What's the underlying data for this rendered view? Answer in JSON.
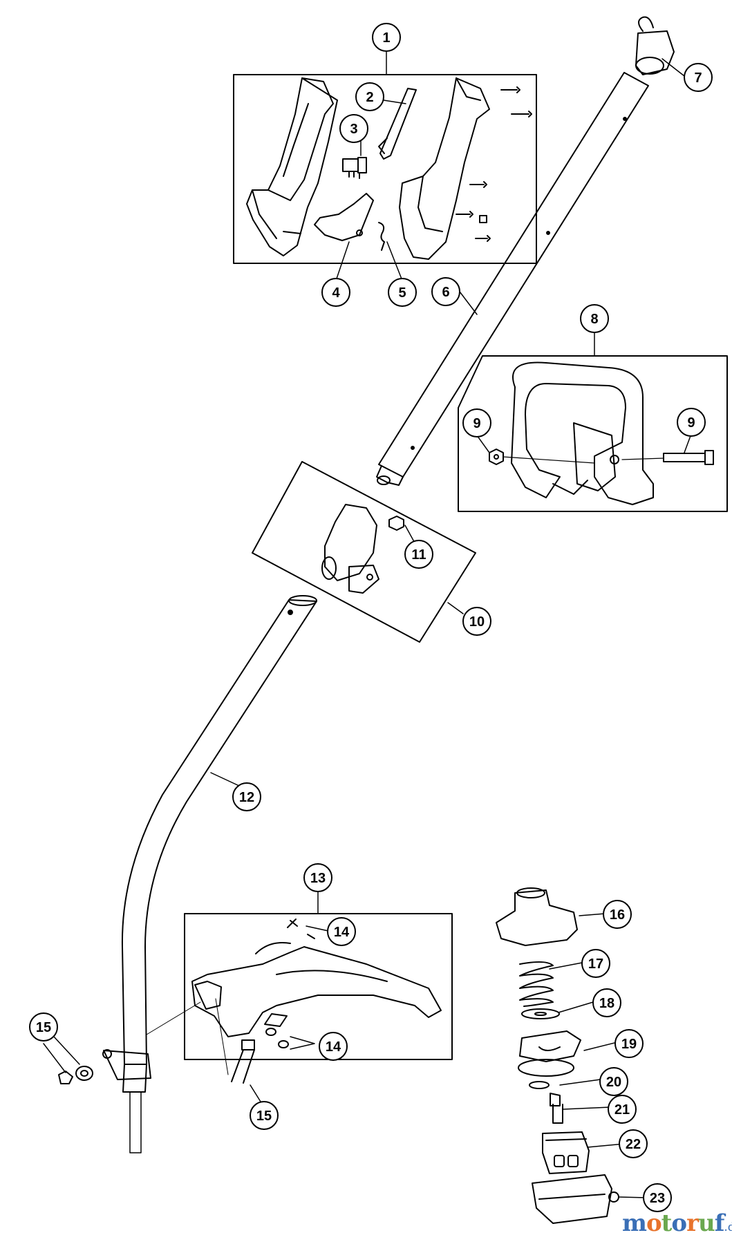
{
  "diagram": {
    "callouts": [
      "1",
      "2",
      "3",
      "4",
      "5",
      "6",
      "7",
      "8",
      "9",
      "9",
      "10",
      "11",
      "12",
      "13",
      "14",
      "14",
      "15",
      "15",
      "16",
      "17",
      "18",
      "19",
      "20",
      "21",
      "22",
      "23"
    ]
  },
  "watermark": {
    "text_main": "motoruf",
    "text_suffix": ".de",
    "colors": {
      "m": "#3a6fb6",
      "o": "#e8732c",
      "t": "#6aa84f",
      "o2": "#3a6fb6",
      "r": "#e8732c",
      "u": "#6aa84f",
      "f": "#3a6fb6",
      "suffix": "#3a6fb6"
    }
  }
}
